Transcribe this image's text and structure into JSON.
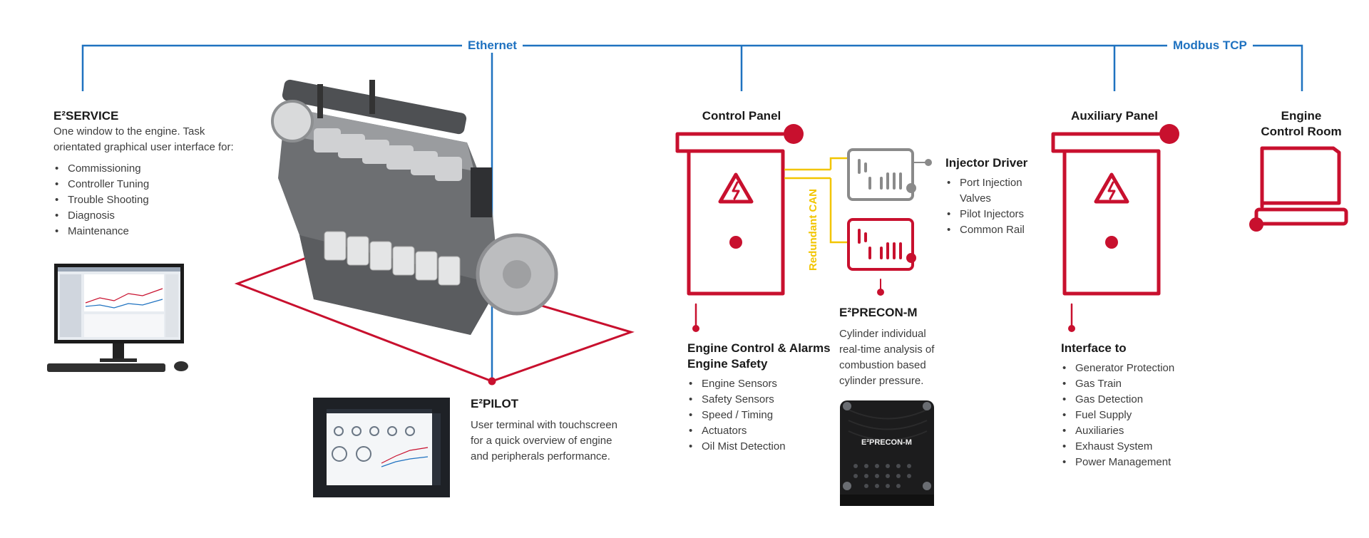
{
  "network": {
    "ethernet_label": "Ethernet",
    "modbus_label": "Modbus TCP",
    "redundant_can_label": "Redundant CAN"
  },
  "colors": {
    "network_blue": "#1f72c0",
    "accent_red": "#c8102e",
    "can_yellow": "#f2c500",
    "device_grey": "#8a8a8a"
  },
  "e2service": {
    "title": "E²SERVICE",
    "description": "One window to the engine. Task orientated graphical user interface for:",
    "items": [
      "Commissioning",
      "Controller Tuning",
      "Trouble Shooting",
      "Diagnosis",
      "Maintenance"
    ]
  },
  "e2pilot": {
    "title": "E²PILOT",
    "description": "User terminal with touchscreen for a quick overview of engine and peripherals performance."
  },
  "control_panel": {
    "title": "Control Panel",
    "subtitle_line1": "Engine Control & Alarms",
    "subtitle_line2": "Engine Safety",
    "items": [
      "Engine Sensors",
      "Safety Sensors",
      "Speed / Timing",
      "Actuators",
      "Oil Mist Detection"
    ]
  },
  "injector_driver": {
    "title": "Injector Driver",
    "items": [
      "Port Injection Valves",
      "Pilot Injectors",
      "Common Rail"
    ]
  },
  "e2precon": {
    "title": "E²PRECON-M",
    "description": "Cylinder individual real-time analysis of combustion based cylinder pressure.",
    "device_label": "E²PRECON-M"
  },
  "auxiliary_panel": {
    "title": "Auxiliary Panel",
    "subtitle": "Interface to",
    "items": [
      "Generator Protection",
      "Gas Train",
      "Gas Detection",
      "Fuel Supply",
      "Auxiliaries",
      "Exhaust System",
      "Power Management"
    ]
  },
  "engine_control_room": {
    "title_line1": "Engine",
    "title_line2": "Control Room"
  }
}
